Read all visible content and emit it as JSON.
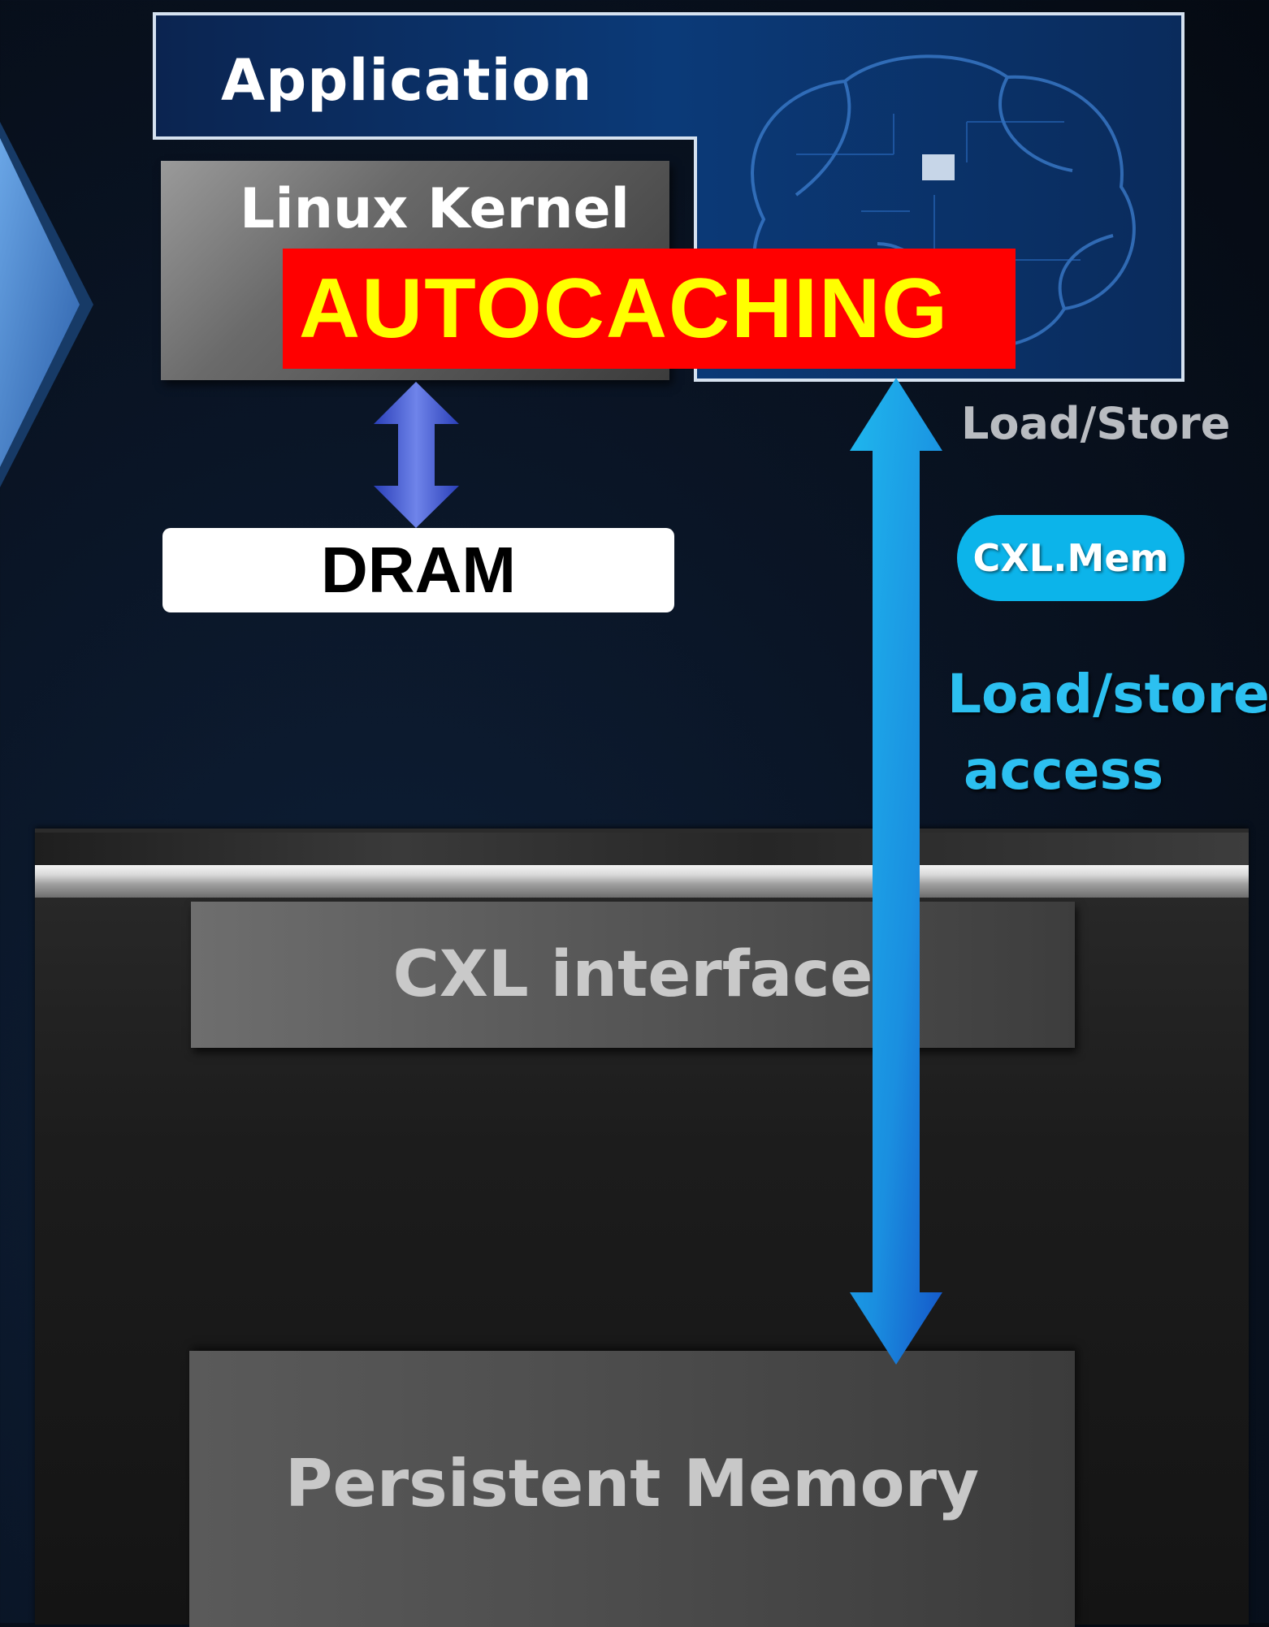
{
  "application": {
    "title": "Application"
  },
  "kernel": {
    "title": "Linux Kernel",
    "highlight": "AUTOCACHING"
  },
  "dram": {
    "label": "DRAM"
  },
  "labels": {
    "load_store": "Load/Store",
    "cxl_mem": "CXL.Mem",
    "access_line1": "Load/store",
    "access_line2": "access"
  },
  "device": {
    "interface": "CXL interface",
    "memory": "Persistent Memory"
  },
  "colors": {
    "highlight_bg": "#ff0000",
    "highlight_text": "#ffff00",
    "cxl_badge": "#0cb4ea",
    "access_text": "#2cc0f0"
  },
  "icons": [
    "chevron-right-icon",
    "brain-circuit-icon",
    "double-arrow-icon"
  ]
}
